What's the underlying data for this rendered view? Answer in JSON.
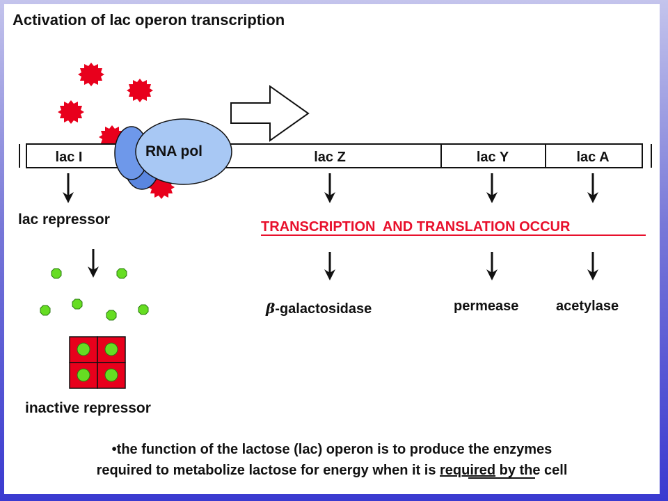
{
  "title": "Activation of lac operon transcription",
  "genes": [
    {
      "label": "lac I"
    },
    {
      "label": "lac Z"
    },
    {
      "label": "lac Y"
    },
    {
      "label": "lac A"
    }
  ],
  "rna_pol_label": "RNA pol",
  "repressor_label": "lac repressor",
  "occur_label": "TRANSCRIPTION  AND TRANSLATION OCCUR",
  "products": {
    "beta_symbol": "β",
    "galactosidase": "-galactosidase",
    "permease": "permease",
    "acetylase": "acetylase"
  },
  "inactive_label": "inactive repressor",
  "footer": {
    "line1": "•the function of the lactose (lac) operon is to produce the enzymes",
    "line2_pre": "required to metabolize lactose for energy when it is ",
    "line2_emph": "required",
    "line2_post": " by the cell"
  },
  "colors": {
    "lactose_red": "#e8001c",
    "inducer_green": "#66dd22",
    "polymerase_blue": "#a8c8f4",
    "occur_red": "#e8102c"
  }
}
